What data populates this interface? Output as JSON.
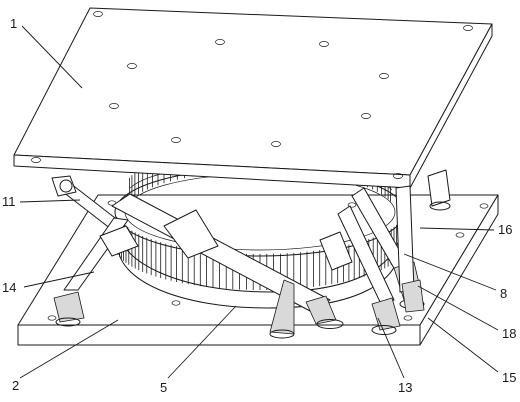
{
  "figure": {
    "callouts": [
      {
        "id": "1",
        "text": "1"
      },
      {
        "id": "2",
        "text": "2"
      },
      {
        "id": "5",
        "text": "5"
      },
      {
        "id": "8",
        "text": "8"
      },
      {
        "id": "11",
        "text": "11"
      },
      {
        "id": "13",
        "text": "13"
      },
      {
        "id": "14",
        "text": "14"
      },
      {
        "id": "15",
        "text": "15"
      },
      {
        "id": "16",
        "text": "16"
      },
      {
        "id": "18",
        "text": "18"
      }
    ]
  }
}
